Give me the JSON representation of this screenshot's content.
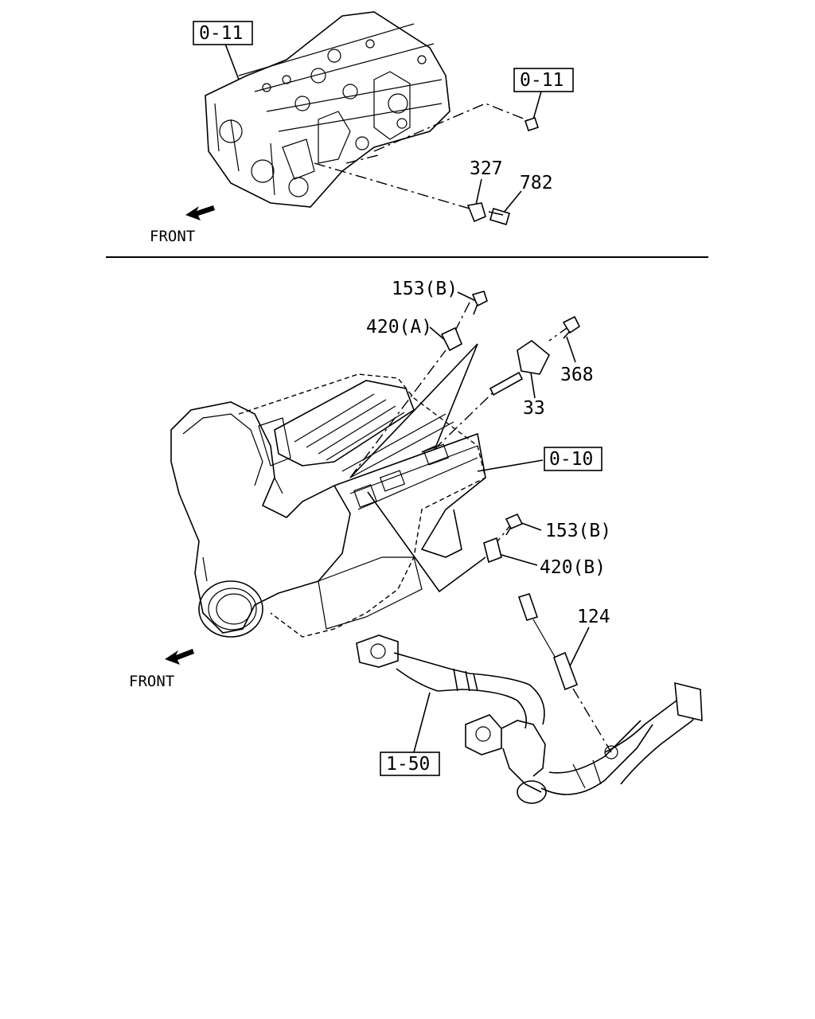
{
  "labels": {
    "head_ref_1": "0-11",
    "head_ref_2": "0-11",
    "clip_327": "327",
    "bolt_782": "782",
    "bolt_153b_top": "153(B)",
    "bracket_420a": "420(A)",
    "bolt_368": "368",
    "sensor_33": "33",
    "engine_ref": "0-10",
    "bolt_153b_mid": "153(B)",
    "bracket_420b": "420(B)",
    "oxygen_sensor_124": "124",
    "exhaust_ref": "1-50"
  },
  "front_top": "FRONT",
  "front_bottom": "FRONT"
}
